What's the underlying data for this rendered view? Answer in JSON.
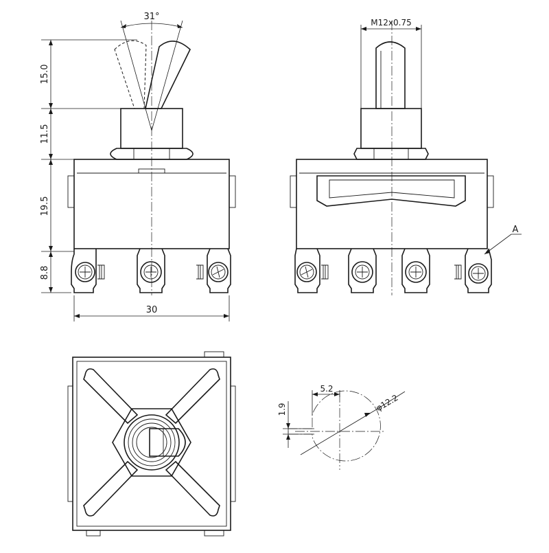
{
  "dimensions": {
    "toggle_angle": "31°",
    "lever_height": "15.0",
    "bushing_height": "11.5",
    "body_height": "19.5",
    "terminal_height": "8.8",
    "body_width": "30",
    "thread": "M12x0.75",
    "key_width": "5.2",
    "key_depth": "1.9",
    "hole_diameter": "φ12.2"
  },
  "labels": {
    "detail_marker": "A"
  }
}
